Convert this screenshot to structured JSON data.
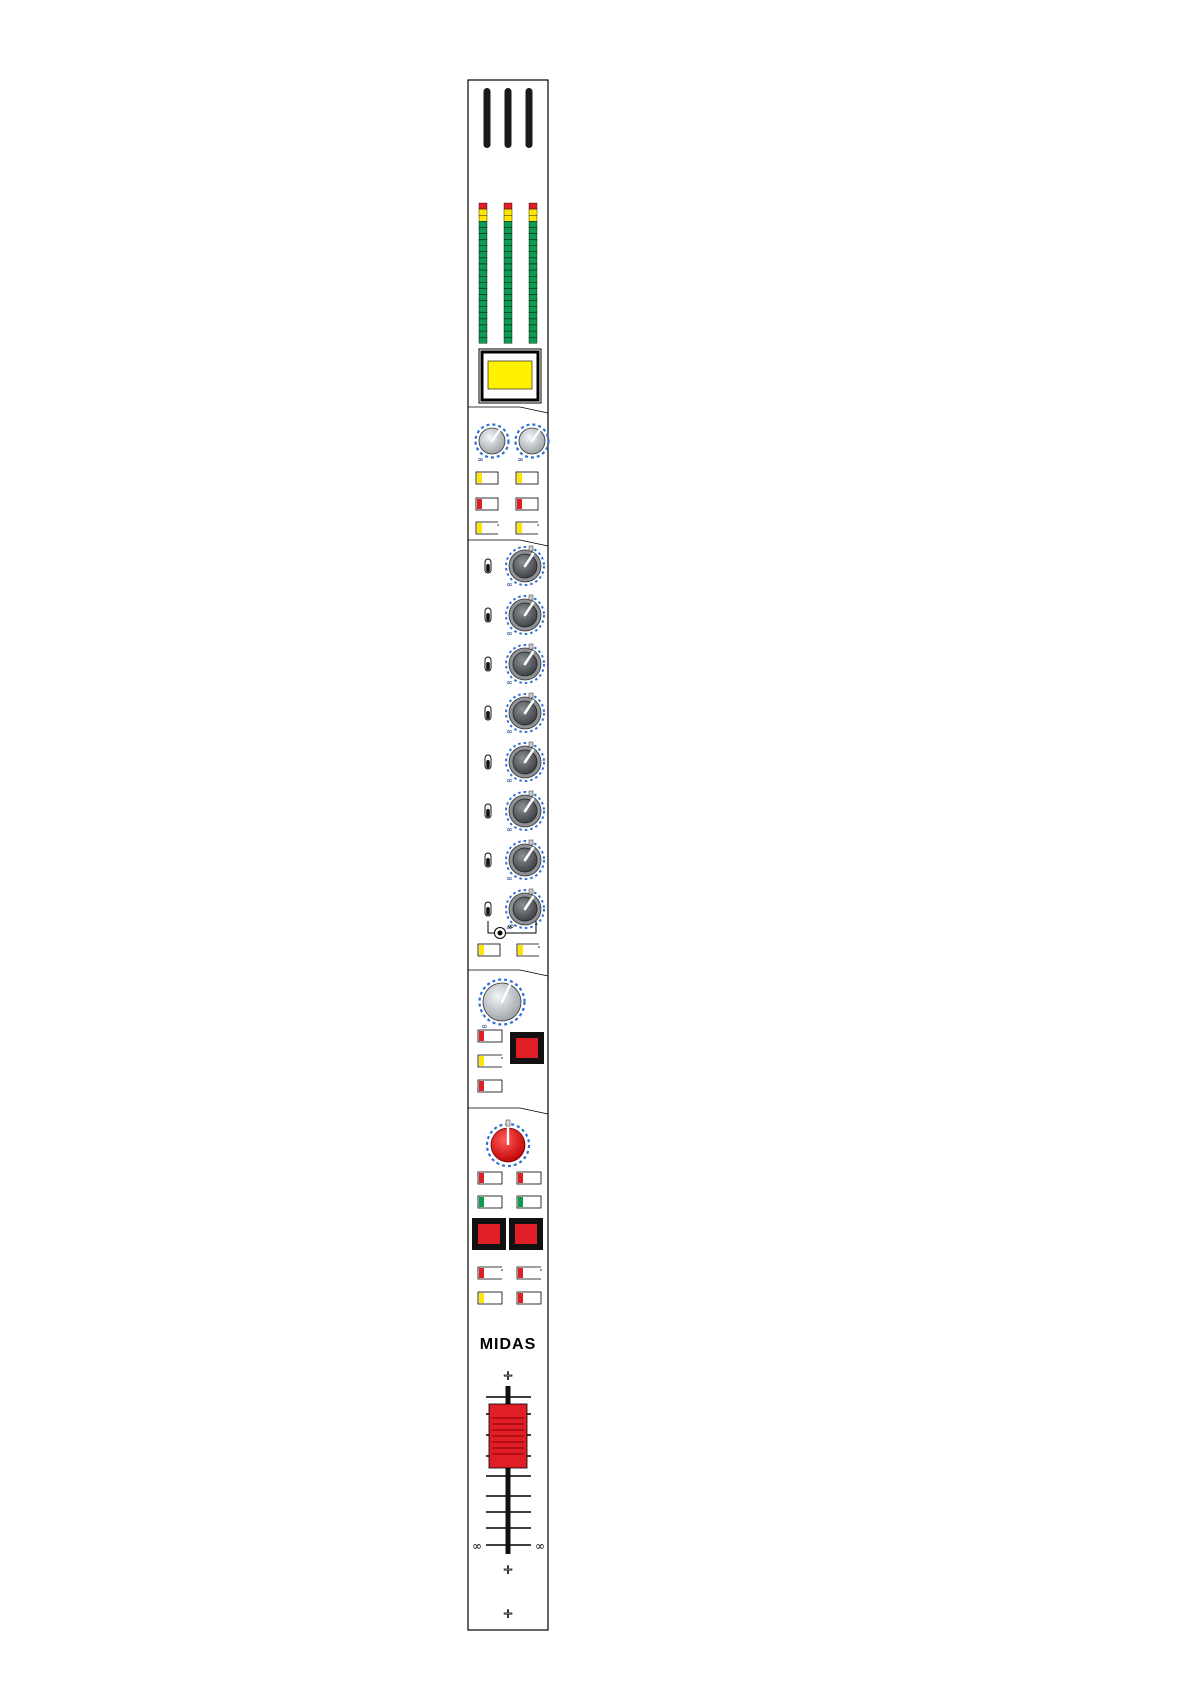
{
  "brand": {
    "name": "MIDAS"
  },
  "colors": {
    "panel_bg": "#ffffff",
    "panel_border": "#000000",
    "meter_red": "#e01e26",
    "meter_yellow": "#ffe600",
    "meter_green": "#0f9a52",
    "display_yellow": "#fff200",
    "button_red": "#e01e26",
    "led_yellow": "#ffe600",
    "led_red": "#e01e26",
    "led_green": "#0f9a52",
    "knob_light": "#cfd3d8",
    "knob_dark": "#5a5e63",
    "knob_blue": "#2f6fd6",
    "knob_red": "#e3141c"
  },
  "markings": {
    "infinity": "∞",
    "fader_max": "+",
    "fader_min": "∞"
  },
  "sections": {
    "meter_bridge": {
      "meters": 3
    },
    "pair_knobs": {
      "knobs": 2,
      "rows_of_leds": 3
    },
    "aux_sends": {
      "count": 8
    },
    "pan": {
      "knobs": 1
    },
    "output": {
      "red_knob": 1
    },
    "fader": {
      "present": true
    }
  }
}
